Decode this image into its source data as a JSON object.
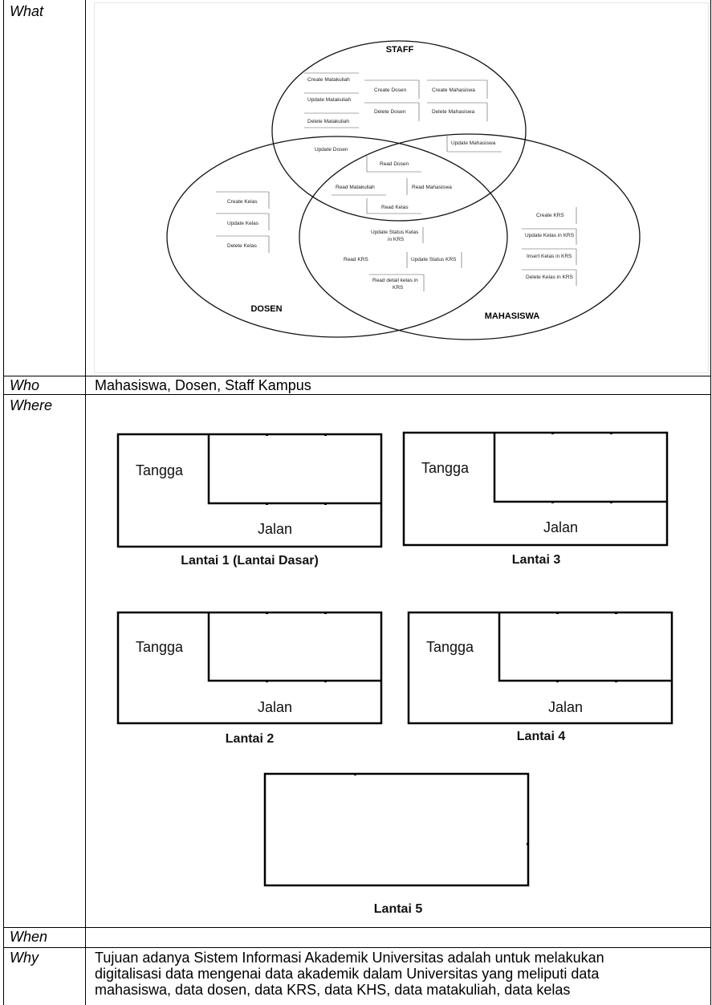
{
  "rows": {
    "what": {
      "label": "What"
    },
    "who": {
      "label": "Who",
      "text": "Mahasiswa, Dosen, Staff Kampus"
    },
    "where": {
      "label": "Where"
    },
    "when": {
      "label": "When",
      "text": ""
    },
    "why": {
      "label": "Why",
      "lines": [
        "Tujuan adanya Sistem Informasi Akademik Universitas adalah untuk melakukan",
        "digitalisasi data mengenai data akademik dalam Universitas yang meliputi data",
        "mahasiswa, data dosen, data KRS, data KHS, data matakuliah, data kelas"
      ]
    }
  },
  "venn": {
    "sets": {
      "staff": "STAFF",
      "dosen": "DOSEN",
      "mahasiswa": "MAHASISWA"
    },
    "staff_items": [
      "Create Matakuliah",
      "Update Matakuliah",
      "Delete Matakuliah",
      "Create Dosen",
      "Delete Dosen",
      "Create Mahasiswa",
      "Delete Mahasiswa"
    ],
    "staff_dosen_item": "Update Dosen",
    "staff_mahasiswa_item": "Update Mahasiswa",
    "all_items": [
      "Read Dosen",
      "Read Matakuliah",
      "Read Mahasiswa",
      "Read Kelas"
    ],
    "dosen_items": [
      "Create Kelas",
      "Update Kelas",
      "Delete Kelas"
    ],
    "dosen_mahasiswa_items": [
      "Update Status Kelas",
      "in KRS",
      "Read KRS",
      "Update Status KRS",
      "Read detail kelas in",
      "KRS"
    ],
    "mahasiswa_items": [
      "Create KRS",
      "Update Kelas in KRS",
      "Insert Kelas in KRS",
      "Delete Kelas in KRS"
    ]
  },
  "floors": {
    "stairs_label": "Tangga",
    "road_label": "Jalan",
    "captions": [
      "Lantai 1 (Lantai Dasar)",
      "Lantai 3",
      "Lantai 2",
      "Lantai 4",
      "Lantai 5"
    ]
  }
}
